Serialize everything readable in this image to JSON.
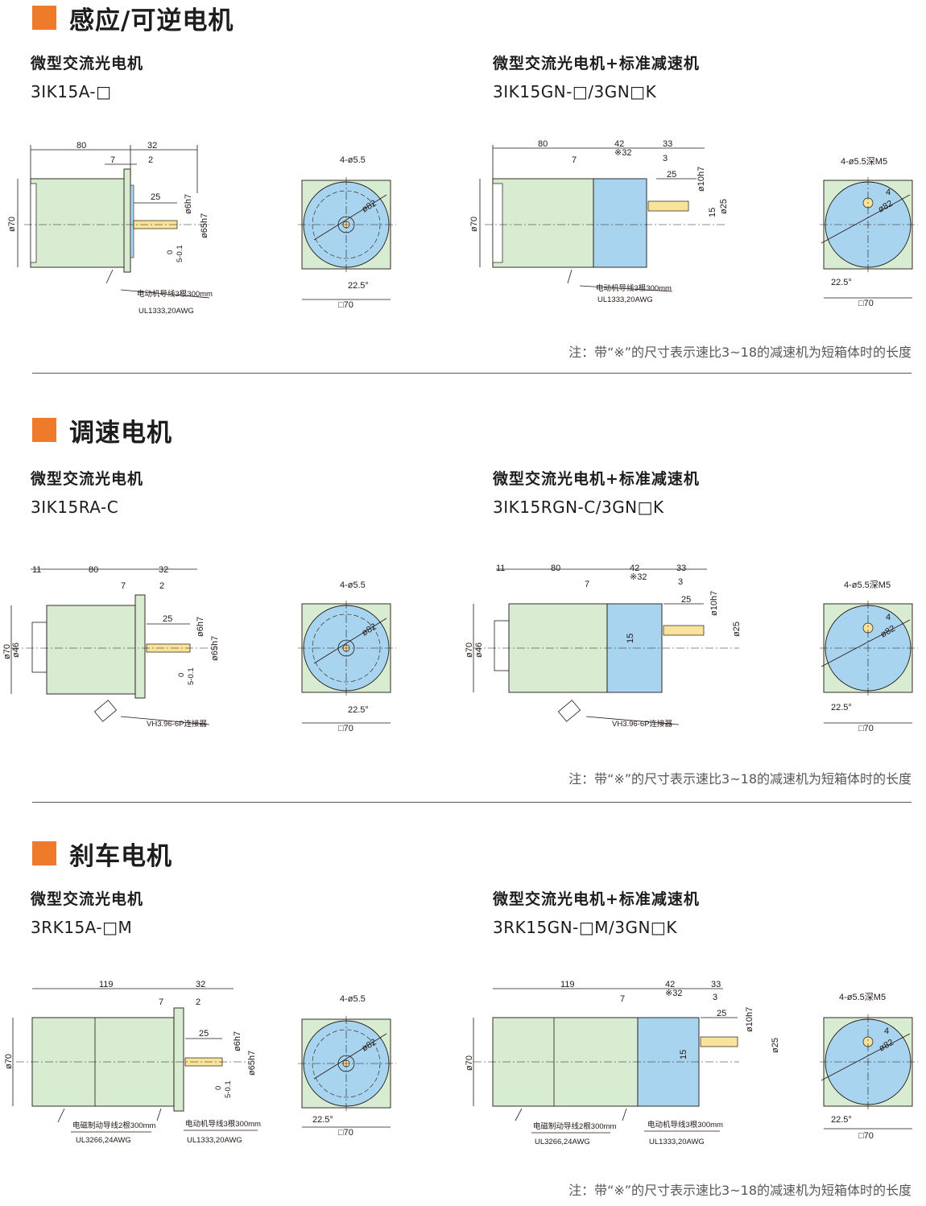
{
  "sections": [
    {
      "title": "感应/可逆电机",
      "left": {
        "label": "微型交流光电机",
        "model": "3IK15A-□",
        "side": {
          "d_len": "80",
          "d_flange": "32",
          "d7": "7",
          "d2": "2",
          "d25": "25",
          "dia_body": "ø70",
          "dia_shaft": "ø6h7",
          "dia_pilot": "ø65h7",
          "tol": "5-0.1",
          "tol_top": "0",
          "lead1": "电动机导线3根300mm",
          "lead1b": "UL1333,20AWG"
        },
        "front": {
          "holes": "4-ø5.5",
          "pcd": "ø82",
          "angle": "22.5°",
          "size": "□70"
        }
      },
      "right": {
        "label": "微型交流光电机+标准减速机",
        "model": "3IK15GN-□/3GN□K",
        "side": {
          "d_len": "80",
          "d42": "42",
          "d32": "※32",
          "d33": "33",
          "d3": "3",
          "d25": "25",
          "d7": "7",
          "dia_body": "ø70",
          "dia_shaft": "ø10h7",
          "d15": "15",
          "dia_pilot": "ø25",
          "lead1": "电动机导线3根300mm",
          "lead1b": "UL1333,20AWG"
        },
        "front": {
          "holes": "4-ø5.5深M5",
          "pcd": "ø82",
          "d4": "4",
          "angle": "22.5°",
          "size": "□70"
        }
      },
      "note": "注：带“※”的尺寸表示速比3~18的减速机为短箱体时的长度"
    },
    {
      "title": "调速电机",
      "left": {
        "label": "微型交流光电机",
        "model": "3IK15RA-C",
        "side": {
          "d11": "11",
          "d_len": "80",
          "d_flange": "32",
          "d7": "7",
          "d2": "2",
          "d25": "25",
          "dia_body": "ø70",
          "dia_46": "ø46",
          "dia_shaft": "ø6h7",
          "dia_pilot": "ø65h7",
          "tol": "5-0.1",
          "tol_top": "0",
          "connector": "VH3.96-6P连接器"
        },
        "front": {
          "holes": "4-ø5.5",
          "pcd": "ø82",
          "angle": "22.5°",
          "size": "□70"
        }
      },
      "right": {
        "label": "微型交流光电机+标准减速机",
        "model": "3IK15RGN-C/3GN□K",
        "side": {
          "d11": "11",
          "d_len": "80",
          "d42": "42",
          "d32": "※32",
          "d33": "33",
          "d3": "3",
          "d25": "25",
          "d7": "7",
          "dia_body": "ø70",
          "dia_46": "ø46",
          "dia_shaft": "ø10h7",
          "d15": "15",
          "dia_pilot": "ø25",
          "connector": "VH3.96-6P连接器"
        },
        "front": {
          "holes": "4-ø5.5深M5",
          "pcd": "ø82",
          "d4": "4",
          "angle": "22.5°",
          "size": "□70"
        }
      },
      "note": "注：带“※”的尺寸表示速比3~18的减速机为短箱体时的长度"
    },
    {
      "title": "刹车电机",
      "left": {
        "label": "微型交流光电机",
        "model": "3RK15A-□M",
        "side": {
          "d_len": "119",
          "d_flange": "32",
          "d7": "7",
          "d2": "2",
          "d25": "25",
          "dia_body": "ø70",
          "dia_shaft": "ø6h7",
          "dia_pilot": "ø65h7",
          "tol": "5-0.1",
          "tol_top": "0",
          "lead2": "电磁制动导线2根300mm",
          "lead2b": "UL3266,24AWG",
          "lead1": "电动机导线3根300mm",
          "lead1b": "UL1333,20AWG"
        },
        "front": {
          "holes": "4-ø5.5",
          "pcd": "ø82",
          "angle": "22.5°",
          "size": "□70"
        }
      },
      "right": {
        "label": "微型交流光电机+标准减速机",
        "model": "3RK15GN-□M/3GN□K",
        "side": {
          "d_len": "119",
          "d42": "42",
          "d32": "※32",
          "d33": "33",
          "d3": "3",
          "d25": "25",
          "d7": "7",
          "dia_body": "ø70",
          "dia_shaft": "ø10h7",
          "d15": "15",
          "dia_pilot": "ø25",
          "lead2": "电磁制动导线2根300mm",
          "lead2b": "UL3266,24AWG",
          "lead1": "电动机导线3根300mm",
          "lead1b": "UL1333,20AWG"
        },
        "front": {
          "holes": "4-ø5.5深M5",
          "pcd": "ø82",
          "d4": "4",
          "angle": "22.5°",
          "size": "□70"
        }
      },
      "note": "注：带“※”的尺寸表示速比3~18的减速机为短箱体时的长度"
    }
  ]
}
